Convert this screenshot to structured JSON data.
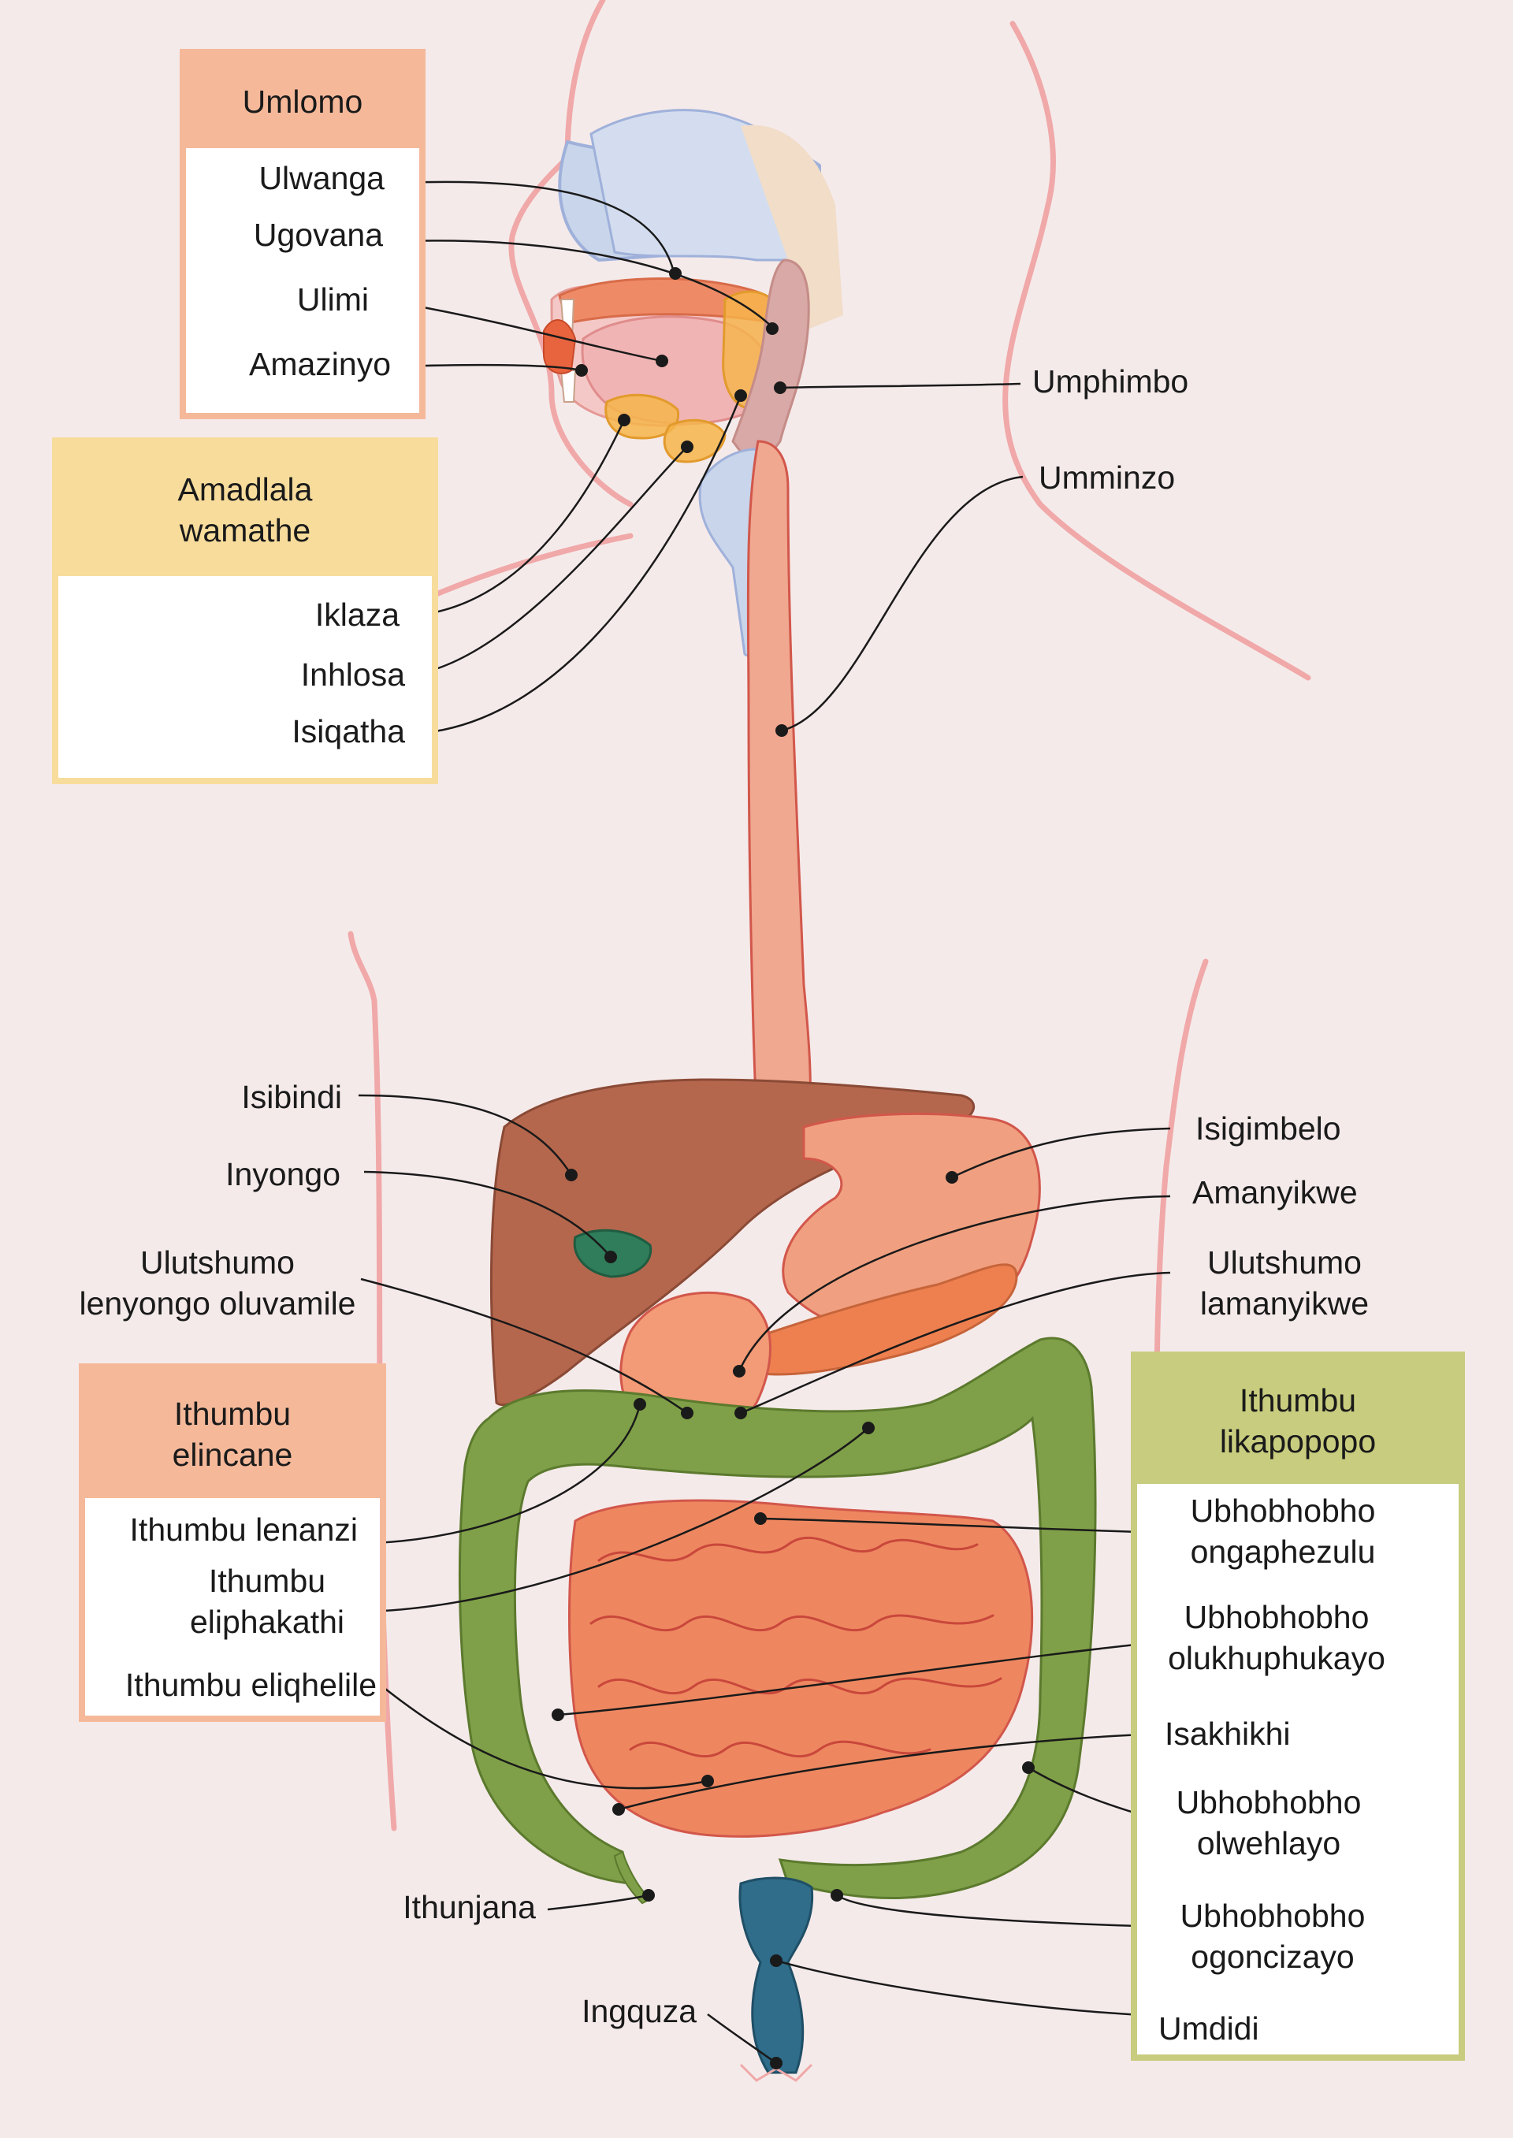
{
  "colors": {
    "background": "#f5eaea",
    "body_outline": "#f0a8a8",
    "mouth_group": "#f5b99a",
    "glands_group": "#f7dc9c",
    "small_intestine_group": "#f5b99a",
    "large_intestine_group": "#c8cc7e",
    "liver": "#b5674d",
    "stomach": "#f0a080",
    "small_intestine": "#ee8760",
    "large_intestine": "#7fa048",
    "rectum": "#2f6d8a",
    "esophagus": "#f0a890",
    "airway": "#c9d5ea"
  },
  "groups": {
    "mouth": {
      "title": "Umlomo"
    },
    "glands": {
      "title": "Amadlala\nwamathe"
    },
    "small_intestine": {
      "title": "Ithumbu\nelincane"
    },
    "large_intestine": {
      "title": "Ithumbu\nlikapopopo"
    }
  },
  "labels": {
    "ulwanga": "Ulwanga",
    "ugovana": "Ugovana",
    "ulimi": "Ulimi",
    "amazinyo": "Amazinyo",
    "iklaza": "Iklaza",
    "inhlosa": "Inhlosa",
    "isiqatha": "Isiqatha",
    "umphimbo": "Umphimbo",
    "umminzo": "Umminzo",
    "isibindi": "Isibindi",
    "inyongo": "Inyongo",
    "ulutshumo_lenyongo": "Ulutshumo\nlenyongo oluvamile",
    "isigimbelo": "Isigimbelo",
    "amanyikwe": "Amanyikwe",
    "ulutshumo_lamanyikwe": "Ulutshumo\nlamanyikwe",
    "ithumbu_lenanzi": "Ithumbu lenanzi",
    "ithumbu_eliphakathi": "Ithumbu\neliphakathi",
    "ithumbu_eliqhelile": "Ithumbu eliqhelile",
    "ubhobhobho_ongaphezulu": "Ubhobhobho\nongaphezulu",
    "ubhobhobho_olukhuphukayo": "Ubhobhobho\nolukhuphukayo",
    "isakhikhi": "Isakhikhi",
    "ubhobhobho_olwehlayo": "Ubhobhobho\nolwehlayo",
    "ubhobhobho_ogoncizayo": "Ubhobhobho\nogoncizayo",
    "umdidi": "Umdidi",
    "ithunjana": "Ithunjana",
    "ingquza": "Ingquza"
  }
}
